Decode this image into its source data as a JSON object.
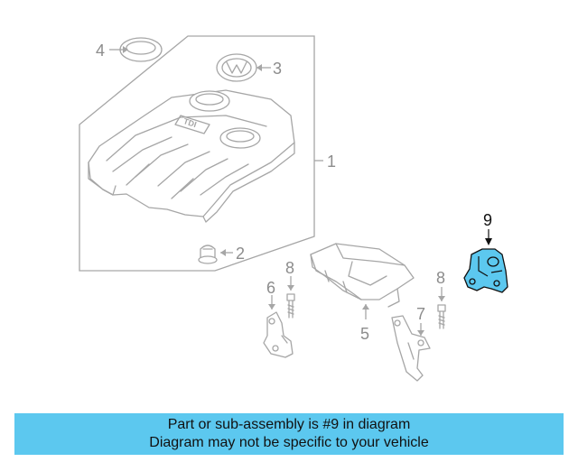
{
  "callouts": {
    "c1": "1",
    "c2": "2",
    "c3": "3",
    "c4": "4",
    "c5": "5",
    "c6": "6",
    "c7": "7",
    "c8a": "8",
    "c8b": "8",
    "c9": "9"
  },
  "highlighted_part": "9",
  "cover_badge": "TDI",
  "banner": {
    "line1": "Part or sub-assembly is #9 in diagram",
    "line2": "Diagram may not be specific to your vehicle"
  },
  "colors": {
    "highlight": "#5cc8ef",
    "part_outline": "#a6a6a6",
    "banner_background": "#5cc8ef"
  }
}
